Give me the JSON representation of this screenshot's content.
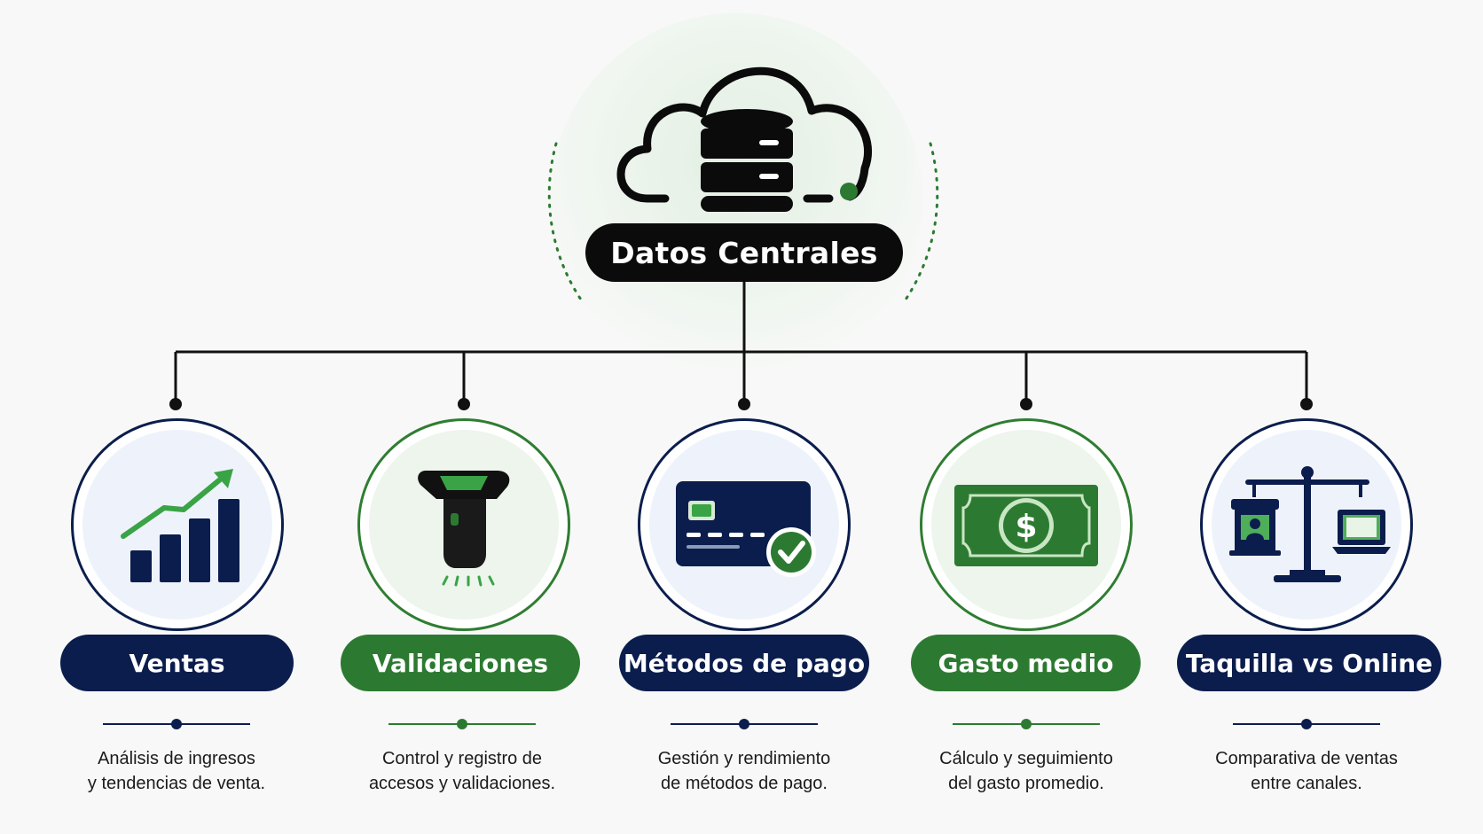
{
  "hub": {
    "title": "Datos Centrales",
    "icon": "cloud-database-icon"
  },
  "colors": {
    "navy": "#0b1d4d",
    "green": "#2c7a31",
    "accent_green": "#3aa346",
    "black": "#0b0b0b"
  },
  "nodes": [
    {
      "label": "Ventas",
      "icon": "bar-chart-growth-icon",
      "style": "navy",
      "description": [
        "Análisis de ingresos",
        "y tendencias de venta."
      ]
    },
    {
      "label": "Validaciones",
      "icon": "barcode-scanner-icon",
      "style": "green",
      "description": [
        "Control y registro de",
        "accesos y validaciones."
      ]
    },
    {
      "label": "Métodos de pago",
      "icon": "credit-card-check-icon",
      "style": "navy",
      "description": [
        "Gestión y rendimiento",
        "de métodos de pago."
      ]
    },
    {
      "label": "Gasto medio",
      "icon": "banknote-dollar-icon",
      "style": "green",
      "description": [
        "Cálculo y seguimiento",
        "del gasto promedio."
      ]
    },
    {
      "label": "Taquilla vs Online",
      "icon": "balance-scale-icon",
      "style": "navy",
      "description": [
        "Comparativa de ventas",
        "entre canales."
      ]
    }
  ]
}
